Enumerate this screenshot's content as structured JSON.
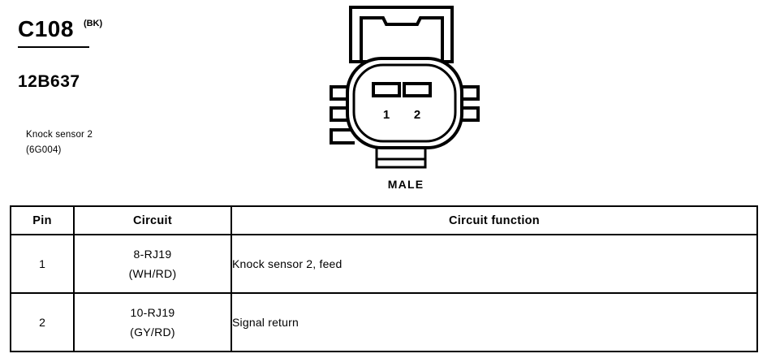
{
  "identification": {
    "connector_code": "C108",
    "color_code": "(BK)",
    "part_number": "12B637",
    "component_name": "Knock sensor 2",
    "component_part": "(6G004)"
  },
  "connector": {
    "gender_label": "MALE",
    "pin_markers": [
      "1",
      "2"
    ],
    "cavity_count": 2
  },
  "table": {
    "headers": {
      "pin": "Pin",
      "circuit": "Circuit",
      "function": "Circuit function"
    },
    "rows": [
      {
        "pin": "1",
        "circuit_id": "8-RJ19",
        "circuit_color": "(WH/RD)",
        "function": "Knock sensor 2, feed"
      },
      {
        "pin": "2",
        "circuit_id": "10-RJ19",
        "circuit_color": "(GY/RD)",
        "function": "Signal return"
      }
    ]
  },
  "colors": {
    "ink": "#000000",
    "paper": "#ffffff"
  }
}
